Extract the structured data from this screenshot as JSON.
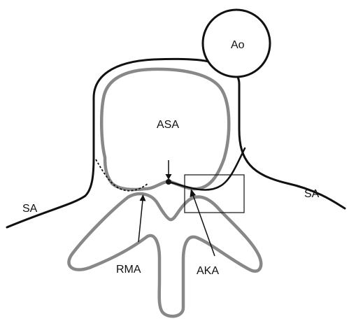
{
  "labels": {
    "aorta": "Ao",
    "asa": "ASA",
    "sa_left": "SA",
    "sa_right": "SA",
    "rma": "RMA",
    "aka": "AKA"
  },
  "colors": {
    "vessel_outline": "#111111",
    "spine_outline": "#888888",
    "background": "#ffffff"
  }
}
